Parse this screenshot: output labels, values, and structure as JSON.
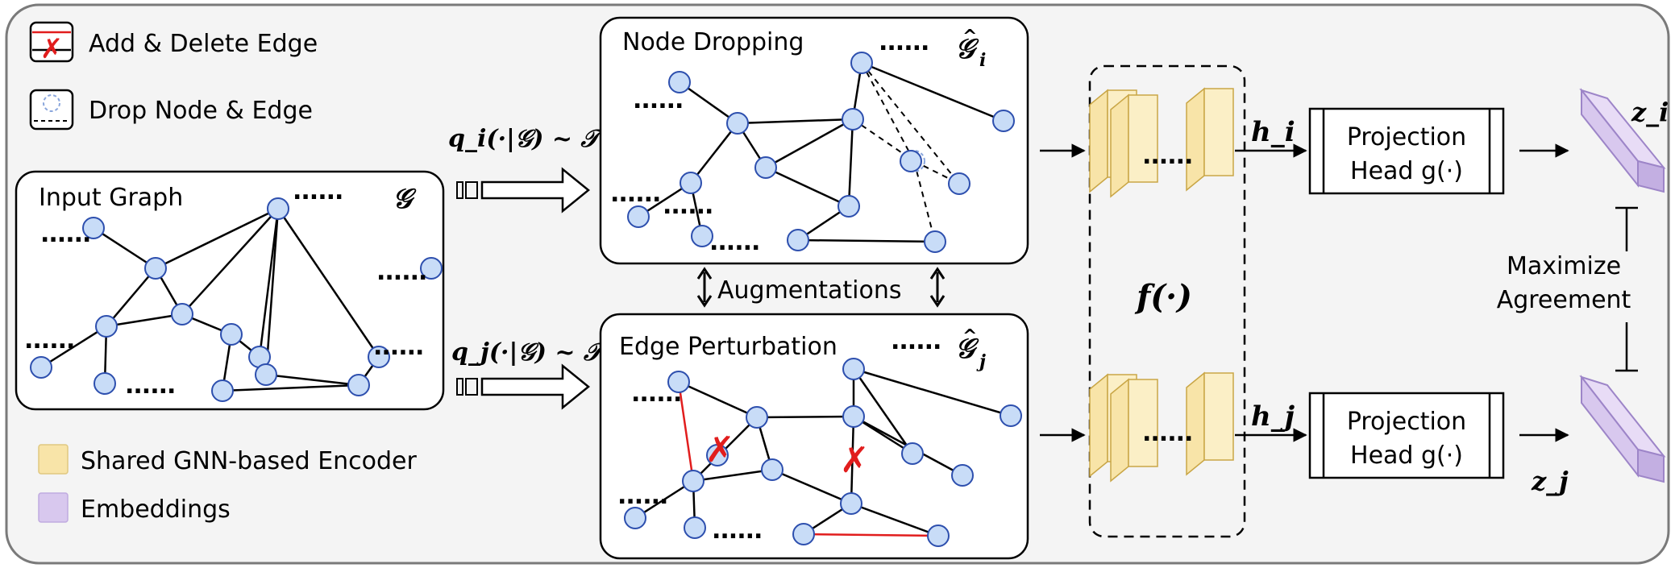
{
  "legend": {
    "add_delete_edge": "Add & Delete Edge",
    "drop_node_edge": "Drop Node & Edge",
    "shared_encoder": "Shared GNN-based Encoder",
    "embeddings": "Embeddings"
  },
  "input_graph": {
    "title": "Input Graph",
    "symbol": "𝒢"
  },
  "top_view": {
    "title": "Node Dropping",
    "symbol_base": "𝒢",
    "symbol_sub": "i",
    "sample_label": "q_i(·|𝒢) ~ 𝒯"
  },
  "bottom_view": {
    "title": "Edge Perturbation",
    "symbol_base": "𝒢",
    "symbol_sub": "j",
    "sample_label": "q_j(·|𝒢) ~ 𝒯"
  },
  "augmentations_label": "Augmentations",
  "encoder_label": "f(·)",
  "representations": {
    "top": "h_i",
    "bottom": "h_j"
  },
  "projection_head": {
    "line1": "Projection",
    "line2": "Head g(·)"
  },
  "outputs": {
    "top": "z_i",
    "bottom": "z_j"
  },
  "agreement": {
    "line1": "Maximize",
    "line2": "Agreement"
  },
  "ellipsis": "......",
  "colors": {
    "node_fill": "#c8dcf7",
    "node_stroke": "#2d4fae",
    "encoder_fill": "#f8e4a8",
    "encoder_stroke": "#c9a646",
    "embedding_fill": "#d8c8ee",
    "embedding_stroke": "#9d85c8",
    "perturb_red": "#e11d1d",
    "panel_bg": "#f4f4f4"
  }
}
